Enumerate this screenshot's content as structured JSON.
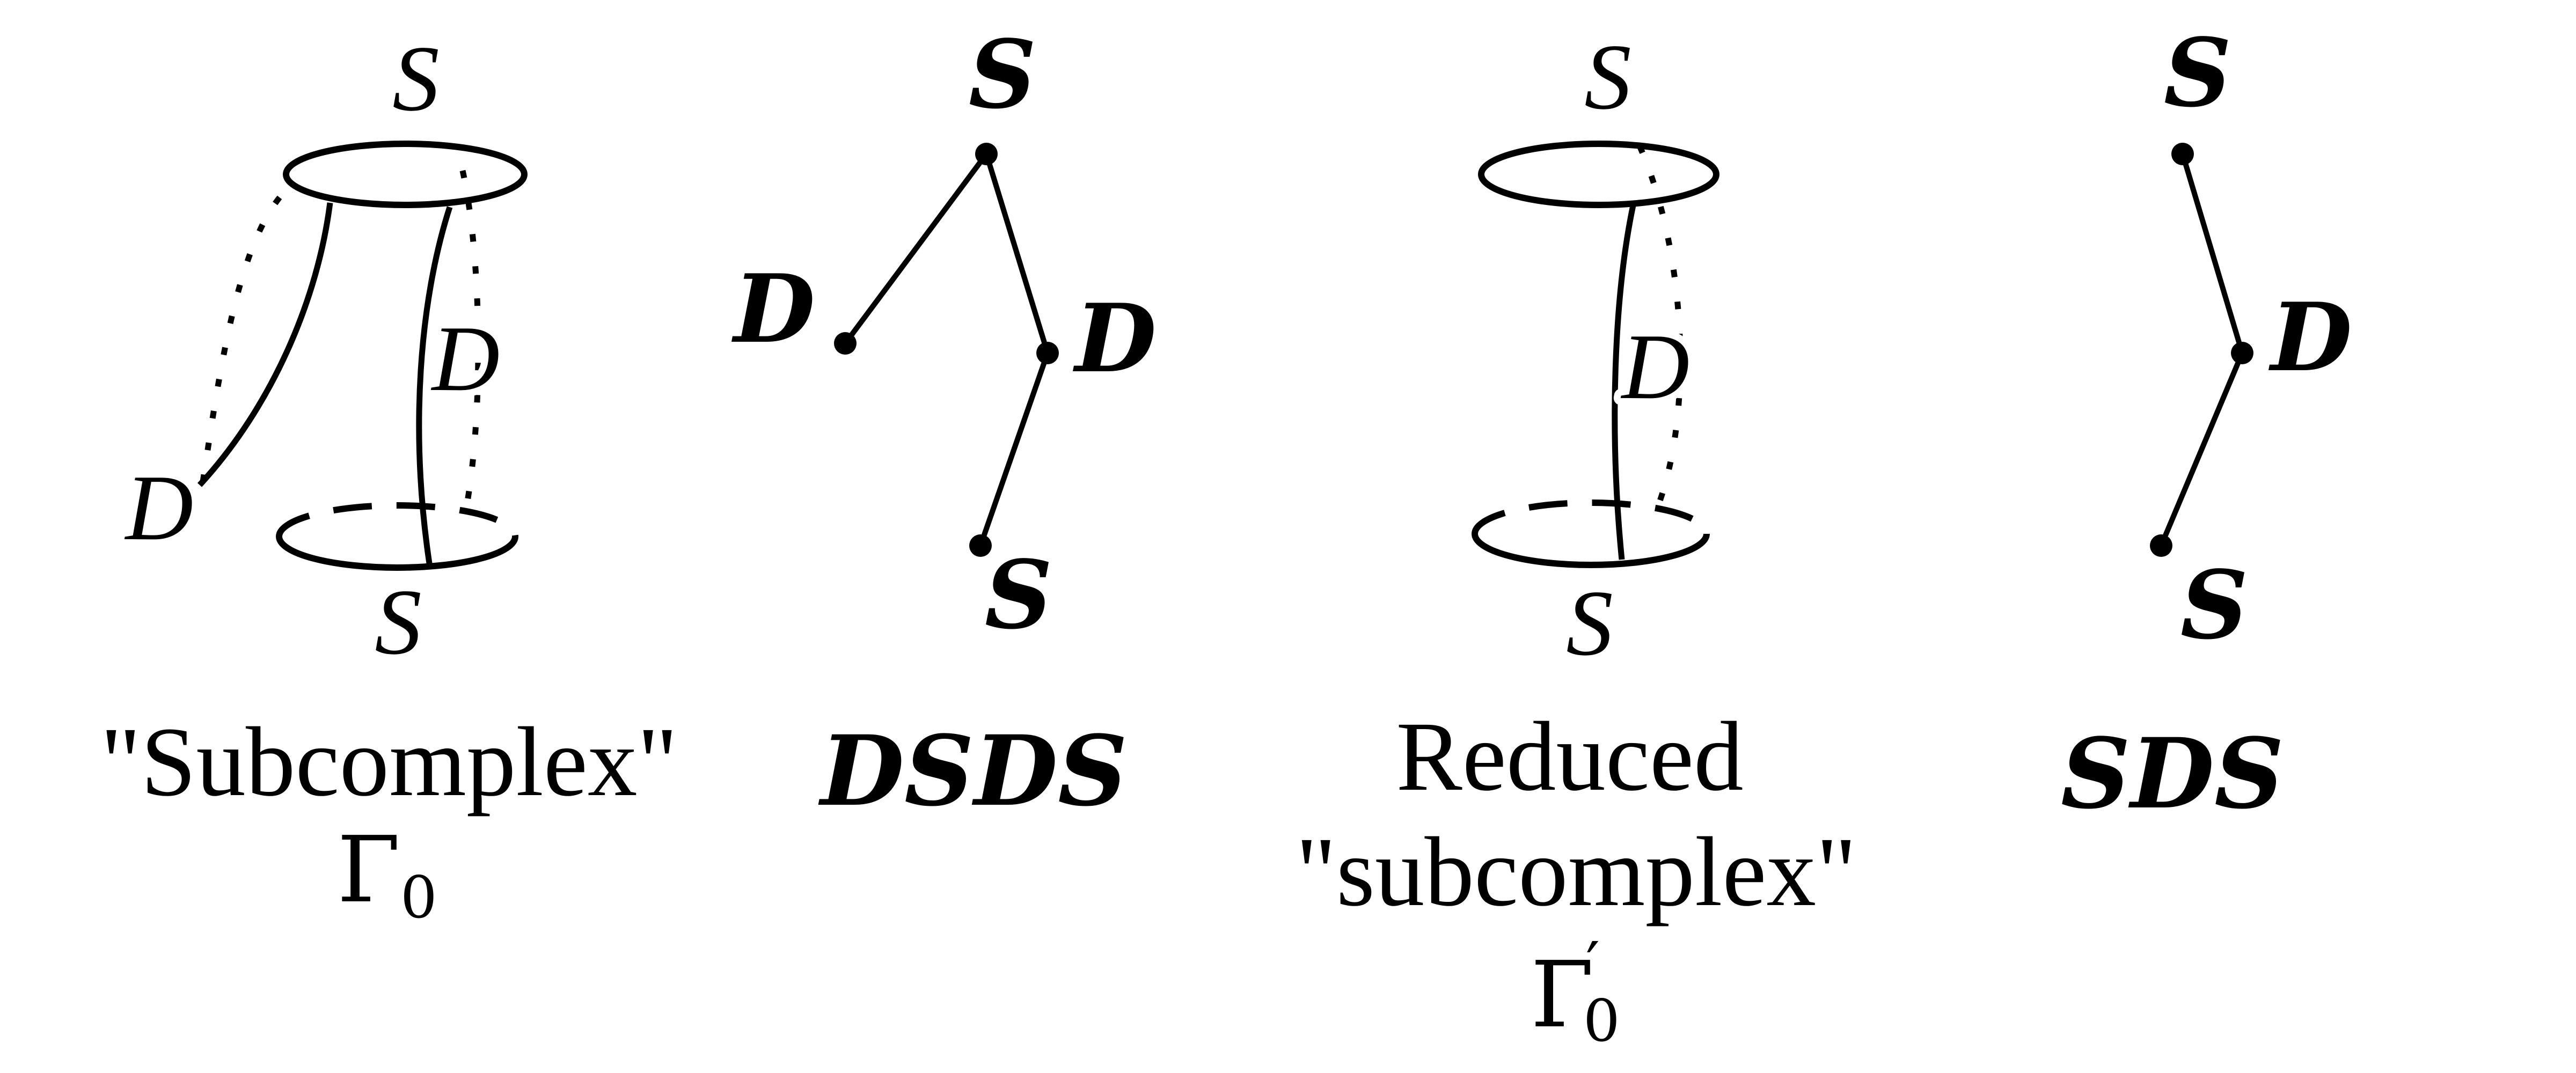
{
  "figure": {
    "background": "#ffffff",
    "ink_color": "#000000",
    "panels": {
      "subcomplex": {
        "caption": "\"Subcomplex\"",
        "gamma": "Γ",
        "gamma_sub": "0",
        "label_top_sphere": "S",
        "label_bottom_sphere": "S",
        "label_left_disc": "D",
        "label_middle_disc": "D"
      },
      "dsds": {
        "caption": "DSDS",
        "label_top": "S",
        "label_left": "D",
        "label_right": "D",
        "label_bottom": "S"
      },
      "reduced": {
        "caption_line1": "Reduced",
        "caption_line2": "\"subcomplex\"",
        "gamma": "Γ",
        "gamma_prime": "′",
        "gamma_sub": "0",
        "label_top_sphere": "S",
        "label_bottom_sphere": "S",
        "label_disc": "D"
      },
      "sds": {
        "caption": "SDS",
        "label_top": "S",
        "label_middle": "D",
        "label_bottom": "S"
      }
    }
  }
}
